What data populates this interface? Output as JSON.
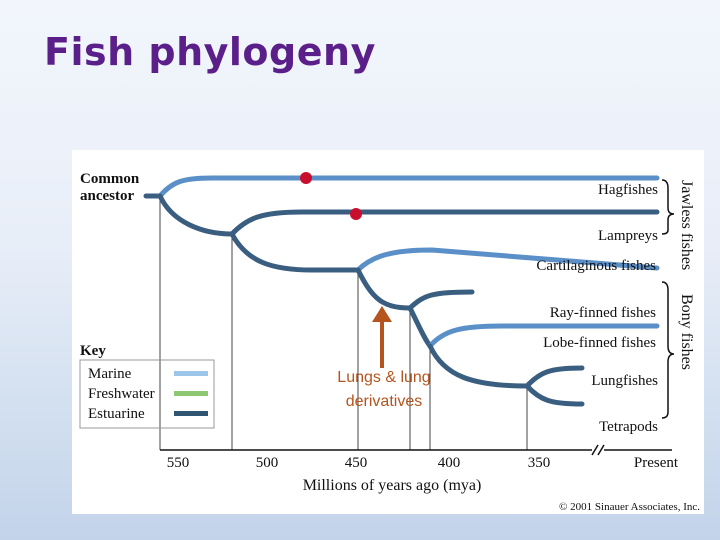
{
  "slide": {
    "title": "Fish phylogeny"
  },
  "diagram": {
    "root_label_line1": "Common",
    "root_label_line2": "ancestor",
    "taxa": [
      "Hagfishes",
      "Lampreys",
      "Cartilaginous fishes",
      "Ray-finned fishes",
      "Lobe-finned fishes",
      "Lungfishes",
      "Tetrapods"
    ],
    "groups": {
      "jawless": "Jawless fishes",
      "bony": "Bony fishes"
    },
    "key": {
      "title": "Key",
      "items": [
        {
          "label": "Marine",
          "color": "#9cc5ea"
        },
        {
          "label": "Freshwater",
          "color": "#8cc872"
        },
        {
          "label": "Estuarine",
          "color": "#2f5573"
        }
      ]
    },
    "axis": {
      "title": "Millions of years ago (mya)",
      "ticks": [
        "550",
        "500",
        "450",
        "400",
        "350",
        "Present"
      ]
    },
    "annotation": {
      "line1": "Lungs & lung",
      "line2": "derivatives"
    },
    "copyright": "© 2001 Sinauer Associates, Inc.",
    "colors": {
      "branch": "#3a5e80",
      "marine_line": "#5a8fc7",
      "marker": "#c8102e",
      "arrow": "#b5541d",
      "title": "#5b1f8a"
    }
  }
}
